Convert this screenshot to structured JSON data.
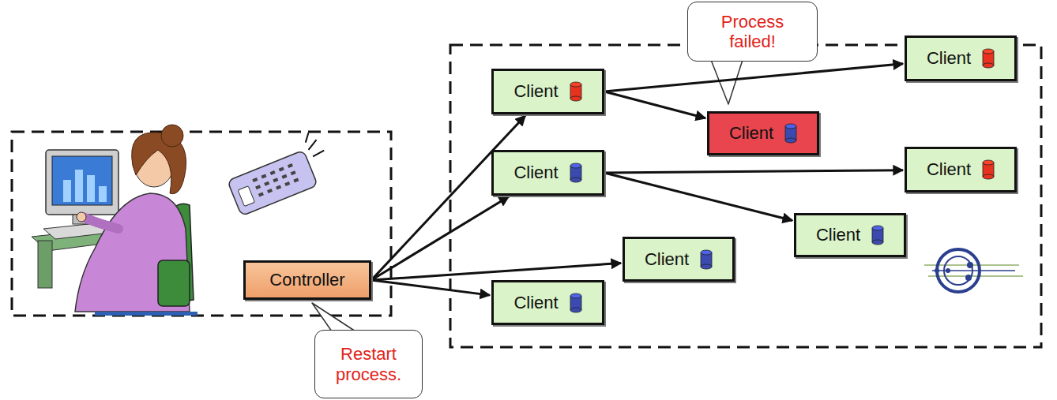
{
  "diagram": {
    "nodes": [
      {
        "text": [
          "Client"
        ]
      },
      {
        "text": [
          "Process failed!"
        ]
      },
      {
        "text": [
          "Client"
        ]
      },
      {
        "text": [
          "Client"
        ]
      },
      {
        "text": [
          "Client"
        ]
      },
      {
        "text": [
          "Client"
        ]
      },
      {
        "text": [
          "Client"
        ]
      },
      {
        "text": [
          "Controller"
        ]
      },
      {
        "text": [
          "Client"
        ]
      },
      {
        "text": [
          "Client"
        ]
      },
      {
        "text": [
          "Restart process."
        ]
      }
    ],
    "edges": [
      {
        "from": 7,
        "to": 0,
        "arrow": "to"
      },
      {
        "from": 7,
        "to": 4,
        "arrow": "to"
      },
      {
        "from": 7,
        "to": 8,
        "arrow": "to"
      },
      {
        "from": 7,
        "to": 9,
        "arrow": "to"
      },
      {
        "from": 0,
        "to": 2,
        "arrow": "to"
      },
      {
        "from": 0,
        "to": 3,
        "arrow": "to"
      },
      {
        "from": 4,
        "to": 5,
        "arrow": "to"
      },
      {
        "from": 4,
        "to": 6,
        "arrow": "to"
      }
    ]
  }
}
